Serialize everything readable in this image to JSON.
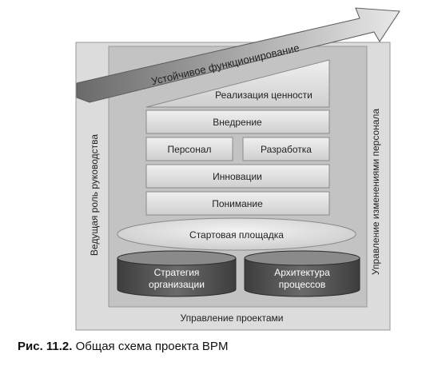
{
  "diagram": {
    "arrow_label": "Устойчивое функционирование",
    "left_label": "Ведущая роль руководства",
    "right_label": "Управление изменениями персонала",
    "bottom_label": "Управление проектами",
    "layers": {
      "value": "Реализация ценности",
      "implementation": "Внедрение",
      "personnel": "Персонал",
      "development": "Разработка",
      "innovations": "Инновации",
      "understanding": "Понимание"
    },
    "platform": "Стартовая площадка",
    "foundation_left": [
      "Стратегия",
      "организации"
    ],
    "foundation_right": [
      "Архитектура",
      "процессов"
    ]
  },
  "caption": {
    "number": "Рис. 11.2.",
    "text": "Общая схема проекта BPM"
  },
  "colors": {
    "outer_frame": "#dcdcdc",
    "inner_panel": "#c3c3c3",
    "layer_fill": "#e0e0e0",
    "cylinder_fill": "#555555",
    "arrow_fill": "#7a7a7a"
  }
}
